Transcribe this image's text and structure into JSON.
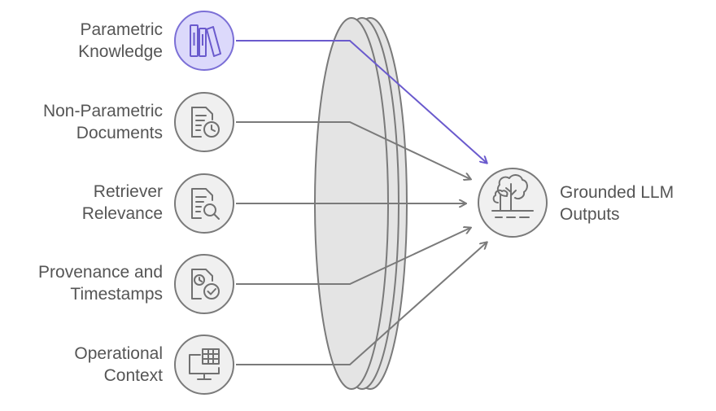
{
  "inputs": [
    {
      "line1": "Parametric",
      "line2": "Knowledge",
      "icon": "books-icon",
      "highlighted": true
    },
    {
      "line1": "Non-Parametric",
      "line2": "Documents",
      "icon": "document-clock-icon",
      "highlighted": false
    },
    {
      "line1": "Retriever",
      "line2": "Relevance",
      "icon": "document-search-icon",
      "highlighted": false
    },
    {
      "line1": "Provenance and",
      "line2": "Timestamps",
      "icon": "document-clock-check-icon",
      "highlighted": false
    },
    {
      "line1": "Operational",
      "line2": "Context",
      "icon": "monitor-spreadsheet-icon",
      "highlighted": false
    }
  ],
  "output": {
    "line1": "Grounded LLM",
    "line2": "Outputs",
    "icon": "trees-landscape-icon"
  },
  "colors": {
    "line": "#7a7a7a",
    "highlight_line": "#6a5acd",
    "highlight_fill": "#dcd9fb",
    "highlight_stroke": "#7b6fd6",
    "circle_fill": "#f0f0f0",
    "lens_fill": "#e4e4e4",
    "text": "#555555"
  }
}
